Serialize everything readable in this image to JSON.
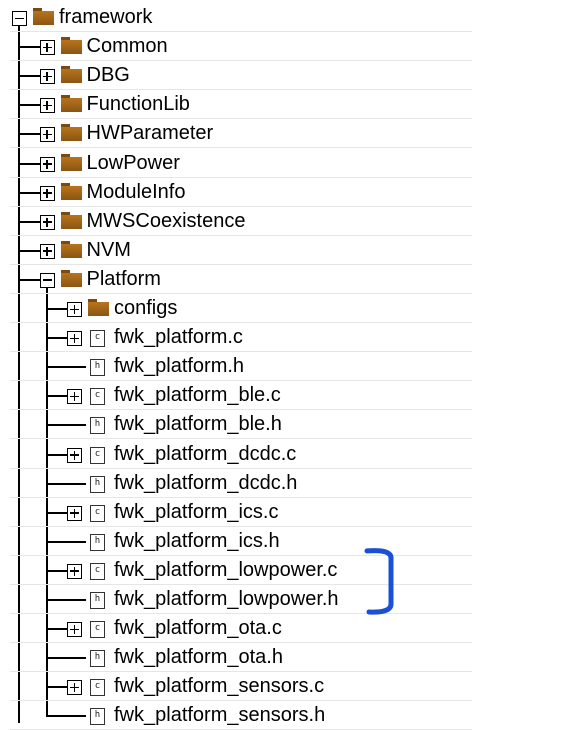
{
  "tree": {
    "rows": [
      {
        "label": "framework",
        "depth": 0,
        "kind": "folder",
        "expander": "minus"
      },
      {
        "label": "Common",
        "depth": 1,
        "kind": "folder",
        "expander": "plus"
      },
      {
        "label": "DBG",
        "depth": 1,
        "kind": "folder",
        "expander": "plus"
      },
      {
        "label": "FunctionLib",
        "depth": 1,
        "kind": "folder",
        "expander": "plus"
      },
      {
        "label": "HWParameter",
        "depth": 1,
        "kind": "folder",
        "expander": "plus"
      },
      {
        "label": "LowPower",
        "depth": 1,
        "kind": "folder",
        "expander": "plus"
      },
      {
        "label": "ModuleInfo",
        "depth": 1,
        "kind": "folder",
        "expander": "plus"
      },
      {
        "label": "MWSCoexistence",
        "depth": 1,
        "kind": "folder",
        "expander": "plus"
      },
      {
        "label": "NVM",
        "depth": 1,
        "kind": "folder",
        "expander": "plus"
      },
      {
        "label": "Platform",
        "depth": 1,
        "kind": "folder",
        "expander": "minus"
      },
      {
        "label": "configs",
        "depth": 2,
        "kind": "folder",
        "expander": "plus"
      },
      {
        "label": "fwk_platform.c",
        "depth": 2,
        "kind": "c-file",
        "expander": "plus"
      },
      {
        "label": "fwk_platform.h",
        "depth": 2,
        "kind": "h-file",
        "expander": "none"
      },
      {
        "label": "fwk_platform_ble.c",
        "depth": 2,
        "kind": "c-file",
        "expander": "plus"
      },
      {
        "label": "fwk_platform_ble.h",
        "depth": 2,
        "kind": "h-file",
        "expander": "none"
      },
      {
        "label": "fwk_platform_dcdc.c",
        "depth": 2,
        "kind": "c-file",
        "expander": "plus"
      },
      {
        "label": "fwk_platform_dcdc.h",
        "depth": 2,
        "kind": "h-file",
        "expander": "none"
      },
      {
        "label": "fwk_platform_ics.c",
        "depth": 2,
        "kind": "c-file",
        "expander": "plus"
      },
      {
        "label": "fwk_platform_ics.h",
        "depth": 2,
        "kind": "h-file",
        "expander": "none"
      },
      {
        "label": "fwk_platform_lowpower.c",
        "depth": 2,
        "kind": "c-file",
        "expander": "plus"
      },
      {
        "label": "fwk_platform_lowpower.h",
        "depth": 2,
        "kind": "h-file",
        "expander": "none"
      },
      {
        "label": "fwk_platform_ota.c",
        "depth": 2,
        "kind": "c-file",
        "expander": "plus"
      },
      {
        "label": "fwk_platform_ota.h",
        "depth": 2,
        "kind": "h-file",
        "expander": "none"
      },
      {
        "label": "fwk_platform_sensors.c",
        "depth": 2,
        "kind": "c-file",
        "expander": "plus"
      },
      {
        "label": "fwk_platform_sensors.h",
        "depth": 2,
        "kind": "h-file",
        "expander": "none"
      }
    ]
  },
  "icons": {
    "folder": "folder-icon",
    "c_file": "c-source-file-icon",
    "h_file": "header-file-icon",
    "c_glyph": "c",
    "h_glyph": "h"
  },
  "annotation": {
    "color": "#1a4fd6",
    "bracket_rows": [
      "fwk_platform_lowpower.c",
      "fwk_platform_lowpower.h"
    ]
  }
}
